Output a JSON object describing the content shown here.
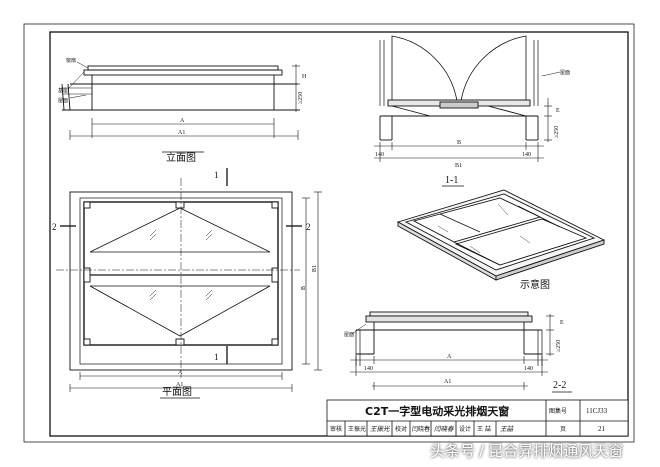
{
  "drawing": {
    "elevation_view": {
      "title": "立面图",
      "labels": {
        "window_sash": "窗扇",
        "base_frame": "基座",
        "parapet": "屋面"
      },
      "dims": {
        "height": "H",
        "curb": "≥250",
        "a": "A",
        "a1": "A1"
      }
    },
    "section_1_1": {
      "title": "1-1",
      "labels": {
        "parapet": "屋面",
        "e": "E"
      },
      "dims": {
        "curb": "≥250",
        "left": "140",
        "right": "140",
        "b": "B",
        "b1": "B1"
      }
    },
    "isometric_view": {
      "title": "示意图"
    },
    "plan_view": {
      "title": "平面图",
      "section_marks": {
        "top": "1",
        "bottom": "1",
        "left": "2",
        "right": "2"
      },
      "dims": {
        "a": "A",
        "a1": "A1",
        "b": "B",
        "b1": "B1"
      }
    },
    "section_2_2": {
      "title": "2-2",
      "labels": {
        "parapet": "屋面",
        "e": "E"
      },
      "dims": {
        "curb": "≥250",
        "left": "140",
        "right": "140",
        "a": "A",
        "a1": "A1"
      }
    }
  },
  "title_block": {
    "drawing_title": "C2T一字型电动采光排烟天窗",
    "set_label": "图集号",
    "set_number": "11CJ33",
    "row2": {
      "review_label": "审核",
      "reviewer": "王振光",
      "reviewer_sign": "王振光",
      "check_label": "校对",
      "checker": "闫晓春",
      "checker_sign": "闫晓春",
      "design_label": "设计",
      "designer": "王 喆",
      "designer_sign": "王喆",
      "page_label": "页",
      "page_number": "21"
    }
  },
  "watermark": {
    "platform": "头条号",
    "separator": "/",
    "account": "昆合昇排烟通风天窗"
  }
}
